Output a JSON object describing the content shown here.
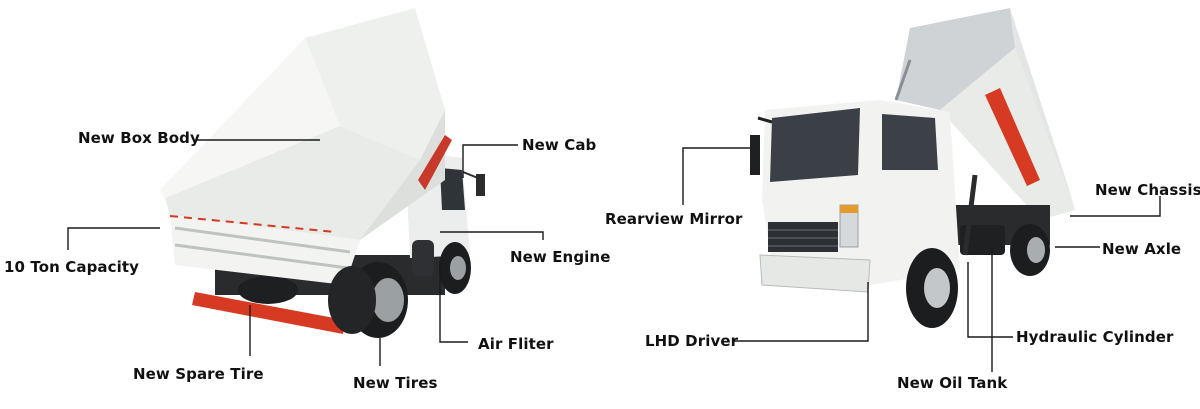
{
  "labels": {
    "box_body": "New Box Body",
    "cab": "New Cab",
    "capacity": "10 Ton Capacity",
    "engine": "New Engine",
    "air_filter": "Air Fliter",
    "spare_tire": "New Spare Tire",
    "tires": "New Tires",
    "rearview_mirror": "Rearview Mirror",
    "chassis": "New Chassis",
    "axle": "New  Axle",
    "lhd_driver": "LHD Driver",
    "hydraulic_cylinder": "Hydraulic Cylinder",
    "oil_tank": "New Oil Tank"
  },
  "colors": {
    "body_white": "#f2f3f1",
    "body_shade": "#d7dad6",
    "accent_red": "#d63a22",
    "chassis_dark": "#2a2b2d",
    "line": "#1a1a1a"
  },
  "images": {
    "left": "white dump truck rear three-quarter view, tipper bed raised",
    "right": "white dump truck front three-quarter view, tipper bed raised"
  }
}
